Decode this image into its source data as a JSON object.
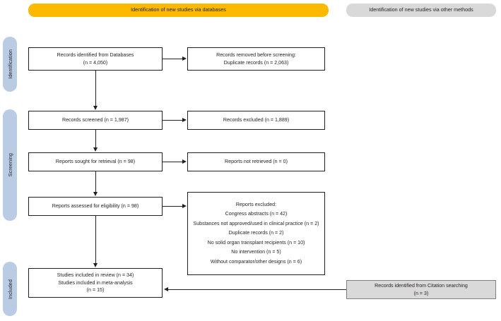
{
  "banners": {
    "databases": "Identification of new studies via databases",
    "other_methods": "Identification of new studies via other methods"
  },
  "stages": {
    "identification": "Identification",
    "screening": "Screening",
    "included": "Included"
  },
  "boxes": {
    "identified": {
      "line1": "Records identified from Databases",
      "line2": "(n = 4,050)"
    },
    "removed": {
      "line1": "Records removed before screening:",
      "line2": "Duplicate records (n = 2,063)"
    },
    "screened": {
      "line1": "Records screened (n = 1,987)"
    },
    "excluded": {
      "line1": "Records excluded (n = 1,889)"
    },
    "sought": {
      "line1": "Reports sought for retrieval (n = 98)"
    },
    "not_retrieved": {
      "line1": "Reports not retrieved (n = 0)"
    },
    "assessed": {
      "line1": "Reports assessed for eligibility (n = 98)"
    },
    "reports_excluded": {
      "heading": "Reports excluded:",
      "reasons": [
        "Congress abstracts (n = 42)",
        "Substances not approved/used in clinical practice (n = 2)",
        "Duplicate records (n = 2)",
        "No solid organ transplant recipients (n = 10)",
        "No intervention (n = 5)",
        "Without comparator/other designs (n = 6)"
      ]
    },
    "included": {
      "line1": "Studies included in review (n = 34)",
      "line2": "Studies included in meta-analysis",
      "line3": "(n = 15)"
    },
    "citation": {
      "line1": "Records identified from Citation searching",
      "line2": "(n = 3)"
    }
  },
  "colors": {
    "banner_databases": "#fcb900",
    "banner_other": "#d9d9d9",
    "stage_label": "#b9cce4",
    "box_gray": "#d9d9d9",
    "stroke": "#231f20"
  }
}
